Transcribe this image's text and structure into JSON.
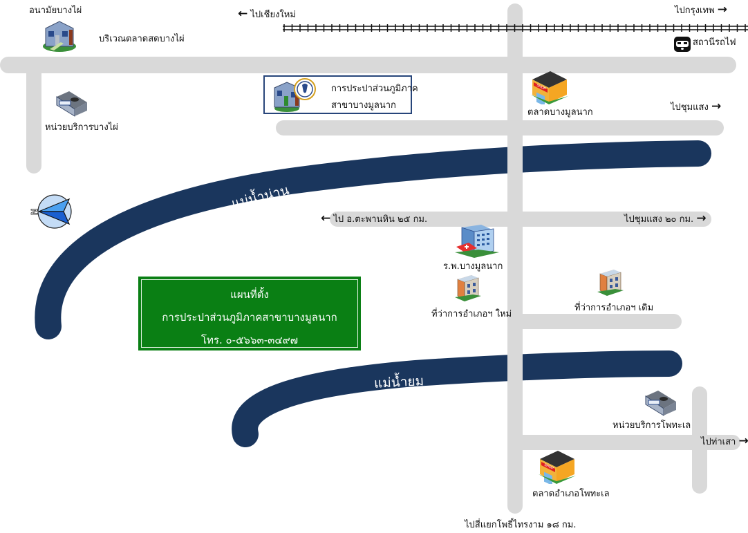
{
  "map": {
    "title": "แผนที่ตั้ง",
    "colors": {
      "road": "#d9d9d9",
      "river": "#1a365d",
      "railway": "#111111",
      "info_box_bg": "#0a7f14",
      "office_box_border": "#27457a"
    }
  },
  "info_box": {
    "title": "แผนที่ตั้ง",
    "office_name": "การประปาส่วนภูมิภาคสาขาบางมูลนาก",
    "phone": "โทร. ๐-๕๖๖๓-๓๔๙๗"
  },
  "office": {
    "line1": "การประปาส่วนภูมิภาค",
    "line2": "สาขาบางมูลนาก",
    "icon": "office-building-icon"
  },
  "rivers": {
    "nan": "แม่น้ำน่าน",
    "yom": "แม่น้ำยม"
  },
  "directions": {
    "chiang_mai": {
      "arrow": "←",
      "label": "ไปเชียงใหม่"
    },
    "bangkok": {
      "arrow": "→",
      "label": "ไปกรุงเทพ"
    },
    "chum_saeng": {
      "arrow": "→",
      "label": "ไปชุมแสง"
    },
    "taphan_hin": {
      "arrow": "←",
      "label": "ไป อ.ตะพานหิน ๒๕ กม."
    },
    "chum_saeng_20": {
      "arrow": "→",
      "label": "ไปชุมแสง ๒๐ กม."
    },
    "tha_sao": {
      "arrow": "→",
      "label": "ไปท่าเสา"
    },
    "pho_thi_thai": {
      "label": "ไปสี่แยกโพธิ์ไทรงาม  ๑๘ กม."
    }
  },
  "places": {
    "health_center": {
      "label": "อนามัยบางไผ่",
      "icon": "house-icon"
    },
    "fresh_market_area": {
      "label": "บริเวณตลาดสดบางไผ่"
    },
    "train_station": {
      "label": "สถานีรถไฟ",
      "icon": "train-icon"
    },
    "service_bangphai": {
      "label": "หน่วยบริการบางไผ่",
      "icon": "service-building-icon"
    },
    "market_bangmunnak": {
      "label": "ตลาดบางมูลนาก",
      "icon": "shop-icon"
    },
    "hospital": {
      "label": "ร.พ.บางมูลนาก",
      "icon": "hospital-icon"
    },
    "district_office_new": {
      "label": "ที่ว่าการอำเภอฯ ใหม่",
      "icon": "office-icon"
    },
    "district_office_old": {
      "label": "ที่ว่าการอำเภอฯ เดิม",
      "icon": "office-icon"
    },
    "service_photale": {
      "label": "หน่วยบริการโพทะเล",
      "icon": "service-building-icon"
    },
    "market_photale": {
      "label": "ตลาดอำเภอโพทะเล",
      "icon": "shop-icon"
    }
  },
  "compass": {
    "label": "N",
    "icon": "compass-icon"
  }
}
